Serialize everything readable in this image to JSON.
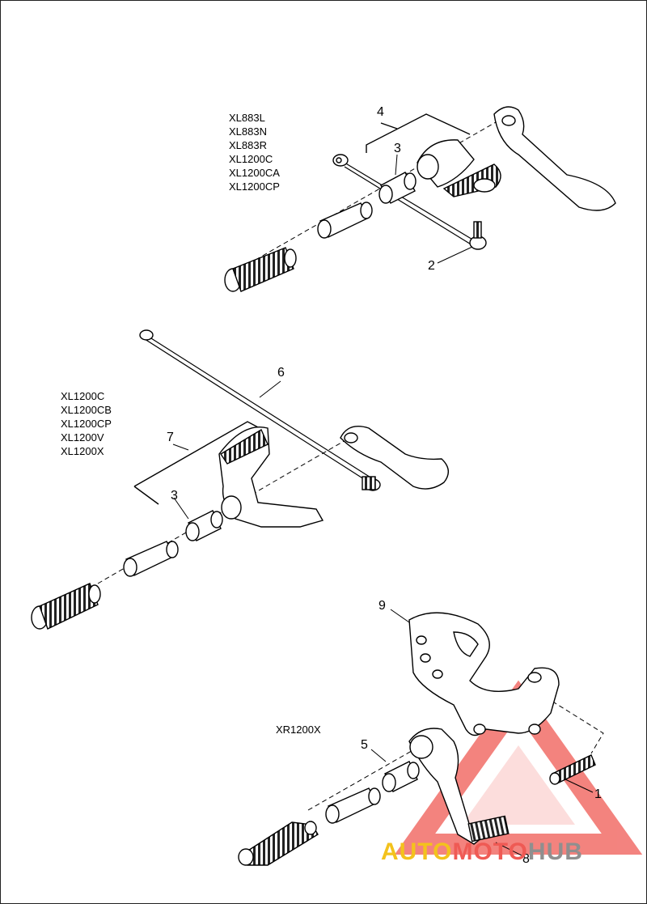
{
  "groups": [
    {
      "id": "top",
      "models": [
        "XL883L",
        "XL883N",
        "XL883R",
        "XL1200C",
        "XL1200CA",
        "XL1200CP"
      ]
    },
    {
      "id": "middle",
      "models": [
        "XL1200C",
        "XL1200CB",
        "XL1200CP",
        "XL1200V",
        "XL1200X"
      ]
    },
    {
      "id": "bottom",
      "models": [
        "XR1200X"
      ]
    }
  ],
  "callouts": {
    "top": [
      "4",
      "3",
      "2"
    ],
    "middle": [
      "6",
      "7",
      "3"
    ],
    "bottom": [
      "9",
      "5",
      "1",
      "8"
    ]
  },
  "watermark": {
    "part1": "AUTO",
    "part2": "MOTO",
    "part3": "HUB",
    "colors": {
      "auto": "#f3c21c",
      "moto": "#ef5a54",
      "hub": "#8f8f8f"
    }
  }
}
